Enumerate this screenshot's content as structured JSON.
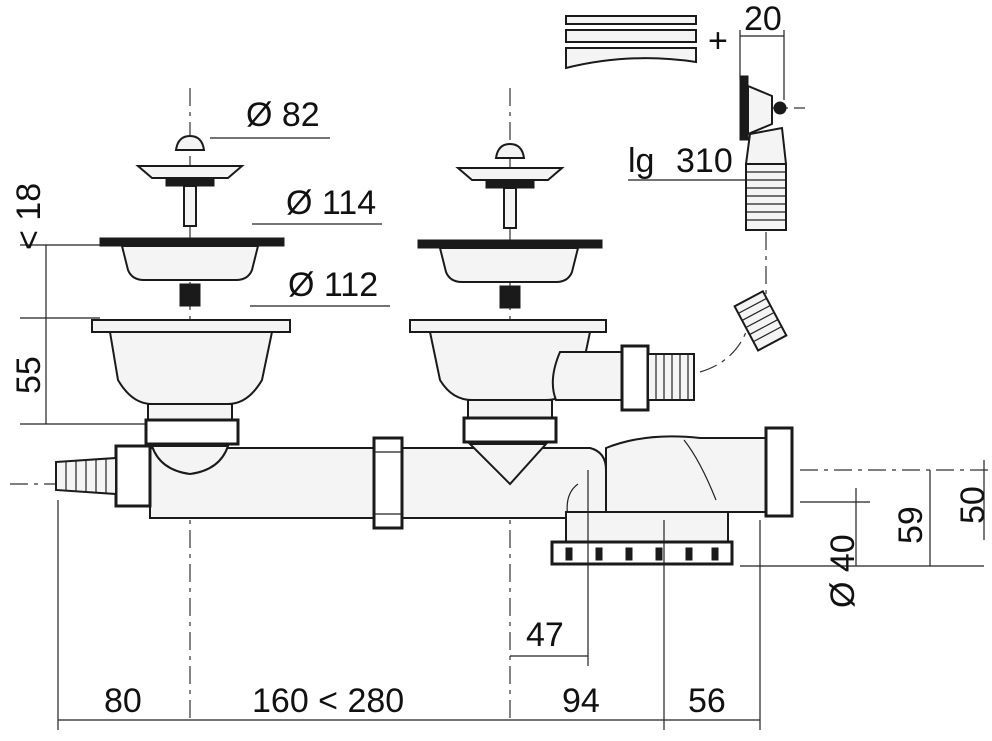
{
  "labels": {
    "dia_basket": "Ø 82",
    "dia_flange": "Ø 114",
    "dia_bowl": "Ø 112",
    "max_18": "< 18",
    "h55": "55",
    "plus": "+",
    "w20": "20",
    "lg": "lg",
    "lg_value": "310",
    "dia_outlet": "Ø 40",
    "h59": "59",
    "h50": "50",
    "d47": "47",
    "d80": "80",
    "d160_280": "160 < 280",
    "d94": "94",
    "d56": "56"
  }
}
